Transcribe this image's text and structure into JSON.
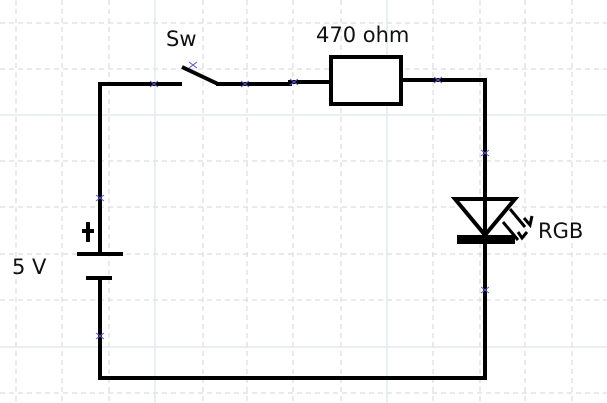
{
  "diagram": {
    "type": "circuit-schematic",
    "components": [
      {
        "id": "battery",
        "kind": "battery",
        "label": "5 V"
      },
      {
        "id": "switch",
        "kind": "switch",
        "label": "Sw",
        "state": "open"
      },
      {
        "id": "resistor",
        "kind": "resistor",
        "label": "470 ohm"
      },
      {
        "id": "led",
        "kind": "led",
        "label": "RGB"
      }
    ],
    "connections": [
      [
        "battery",
        "switch"
      ],
      [
        "switch",
        "resistor"
      ],
      [
        "resistor",
        "led"
      ],
      [
        "led",
        "battery"
      ]
    ]
  },
  "labels": {
    "switch": "Sw",
    "resistor": "470 ohm",
    "led": "RGB",
    "battery": "5 V"
  },
  "colors": {
    "wire": "#000000",
    "grid_dashed": "#d8d8d8",
    "grid_solid": "#dde6ea",
    "node_marker": "#5a5ac8"
  }
}
